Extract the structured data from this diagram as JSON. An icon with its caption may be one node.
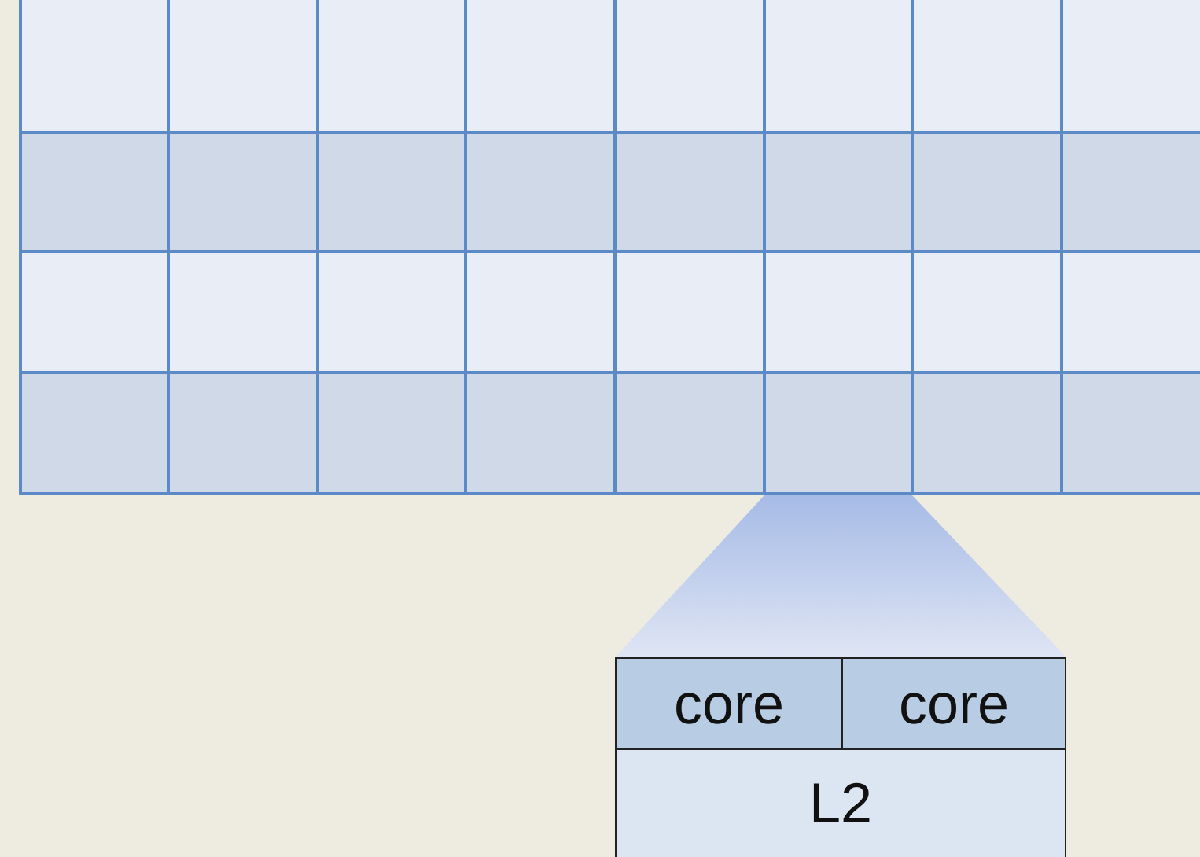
{
  "diagram": {
    "nodes": [
      {
        "text": [
          "core"
        ]
      },
      {
        "text": [
          "core"
        ]
      },
      {
        "text": [
          "L2"
        ]
      }
    ]
  }
}
